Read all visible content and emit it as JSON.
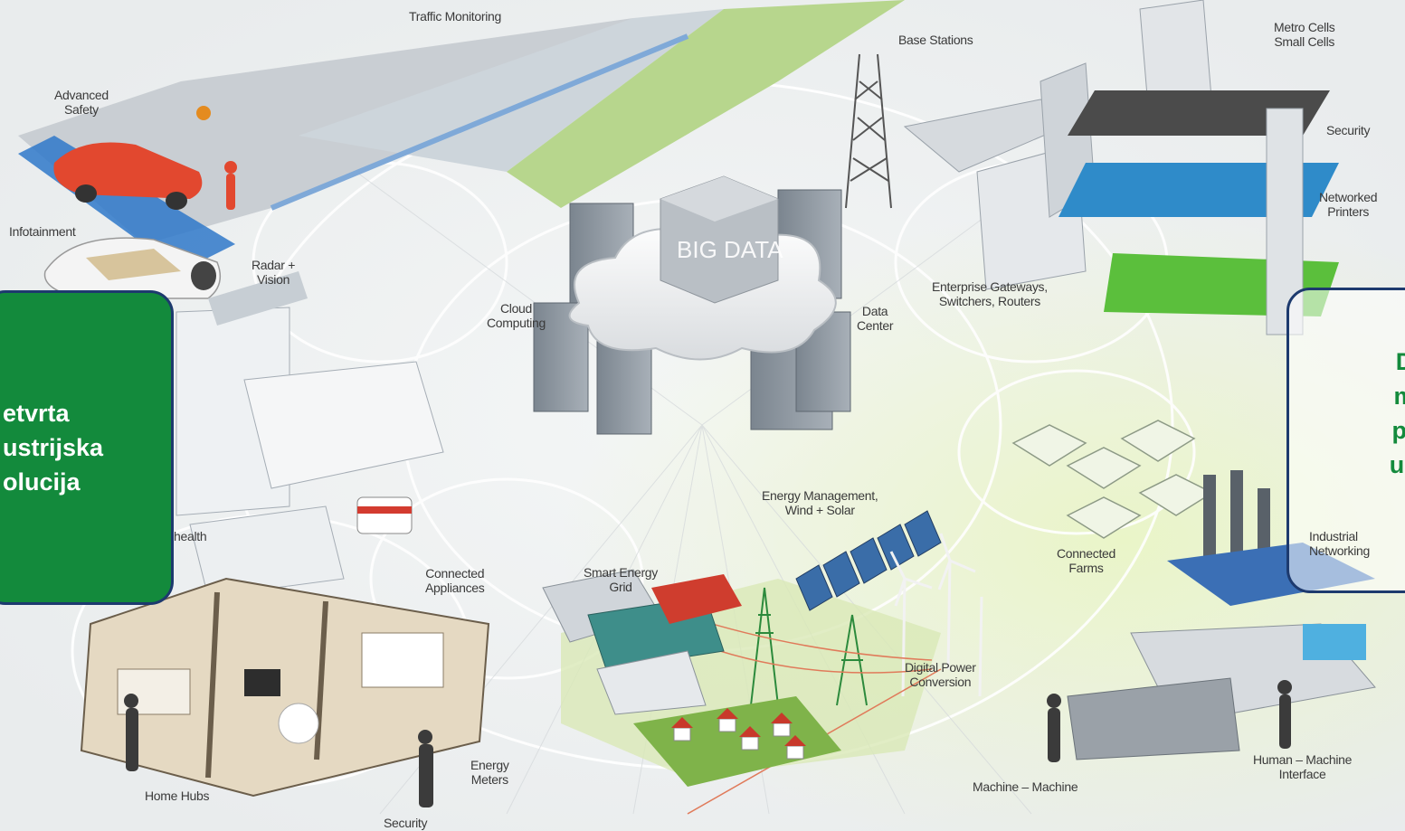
{
  "labels": {
    "traffic_monitoring": "Traffic Monitoring",
    "advanced_safety": [
      "Advanced",
      "Safety"
    ],
    "infotainment": "Infotainment",
    "radar_vision": [
      "Radar +",
      "Vision"
    ],
    "base_stations": "Base Stations",
    "metro_cells": [
      "Metro Cells",
      "Small Cells"
    ],
    "security_top": "Security",
    "networked_printers": [
      "Networked",
      "Printers"
    ],
    "enterprise_gateways": [
      "Enterprise Gateways,",
      "Switchers, Routers"
    ],
    "cloud_computing": [
      "Cloud",
      "Computing"
    ],
    "data_center": [
      "Data",
      "Center"
    ],
    "big_data": "BIG DATA",
    "ehealth": "health",
    "energy_management": [
      "Energy Management,",
      "Wind + Solar"
    ],
    "smart_energy_grid": [
      "Smart Energy",
      "Grid"
    ],
    "connected_appliances": [
      "Connected",
      "Appliances"
    ],
    "connected_farms": [
      "Connected",
      "Farms"
    ],
    "industrial_networking": [
      "Industrial",
      "Networking"
    ],
    "digital_power": [
      "Digital Power",
      "Conversion"
    ],
    "energy_meters": [
      "Energy",
      "Meters"
    ],
    "home_hubs": "Home Hubs",
    "security_bottom": "Security",
    "machine_machine": "Machine – Machine",
    "human_machine": [
      "Human – Machine",
      "Interface"
    ]
  },
  "callout_left": [
    "etvrta",
    "ustrijska",
    "olucija"
  ],
  "callout_right": [
    "Desc",
    "milij",
    "pove",
    "ured"
  ],
  "colors": {
    "callout_green": "#138a3c",
    "callout_border": "#1d3a6e",
    "right_text_green": "#138a3c"
  }
}
